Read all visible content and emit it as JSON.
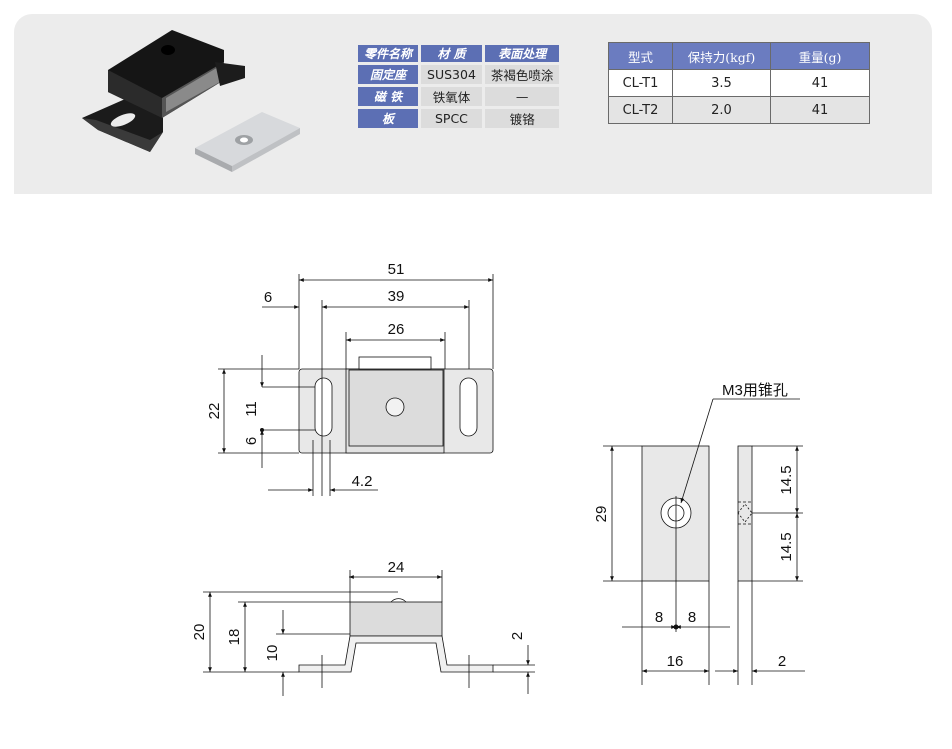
{
  "materials": {
    "headers": [
      "零件名称",
      "材  质",
      "表面处理"
    ],
    "rows": [
      {
        "part": "固定座",
        "material": "SUS304",
        "finish": "茶褐色喷涂"
      },
      {
        "part": "磁  铁",
        "material": "铁氧体",
        "finish": "—"
      },
      {
        "part": "板",
        "material": "SPCC",
        "finish": "镀铬"
      }
    ]
  },
  "specs": {
    "headers": [
      "型式",
      "保持力(kgf)",
      "重量(g)"
    ],
    "rows": [
      {
        "model": "CL-T1",
        "force": "3.5",
        "weight": "41"
      },
      {
        "model": "CL-T2",
        "force": "2.0",
        "weight": "41"
      }
    ]
  },
  "dims": {
    "top_width": "51",
    "hole_span": "39",
    "magnet_width": "26",
    "edge_offset": "6",
    "height": "22",
    "slot_length": "11",
    "bottom_offset": "6",
    "slot_width": "4.2",
    "side_width": "24",
    "total_height": "20",
    "magnet_height": "18",
    "body_height": "10",
    "flange_thickness": "2",
    "plate_height": "29",
    "half_upper": "14.5",
    "half_lower": "14.5",
    "half_left": "8",
    "half_right": "8",
    "plate_width": "16",
    "plate_thickness": "2",
    "hole_note": "M3用锥孔"
  }
}
